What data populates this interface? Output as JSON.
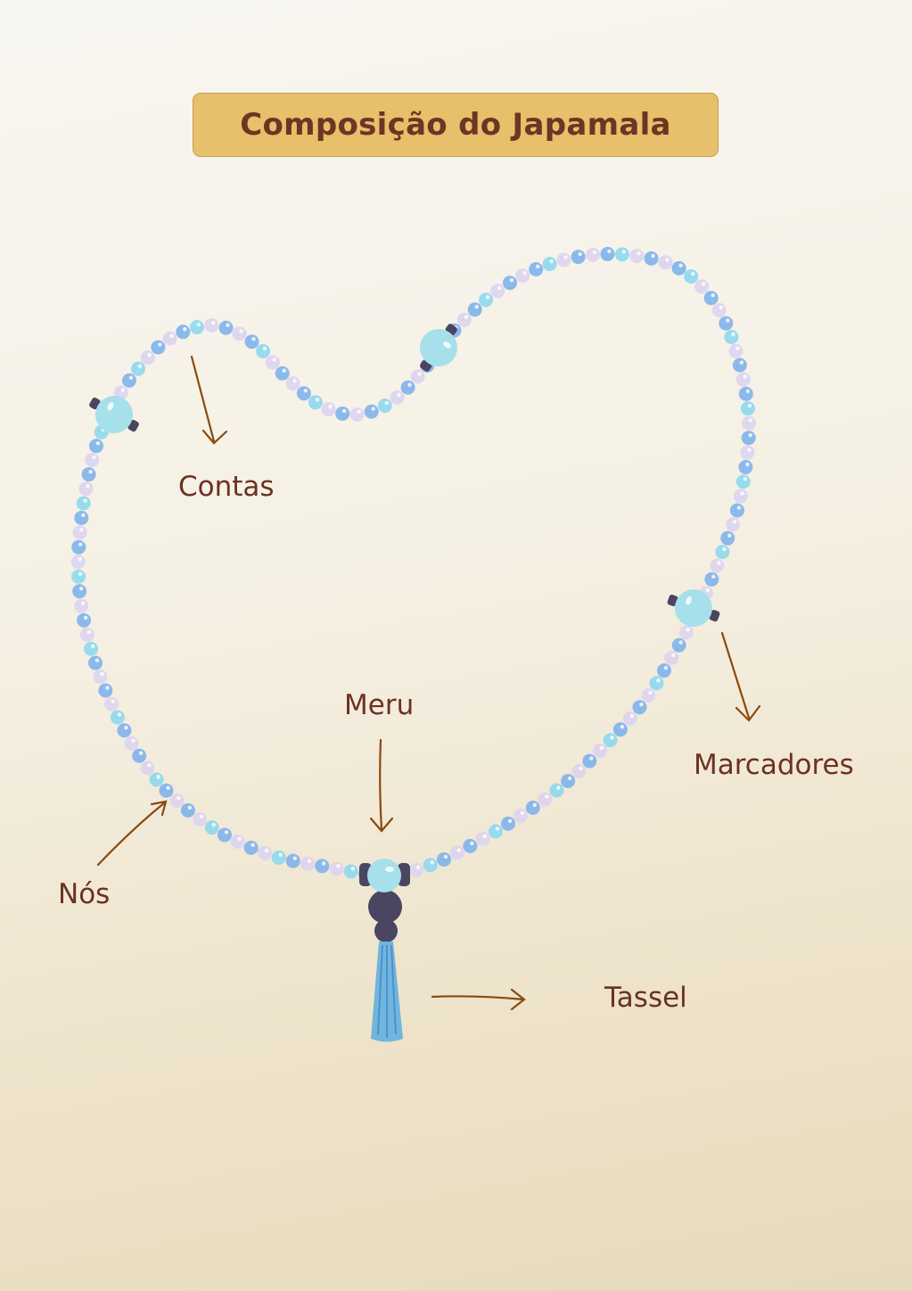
{
  "title": "Composição do Japamala",
  "labels": {
    "contas": "Contas",
    "meru": "Meru",
    "marcadores": "Marcadores",
    "nos": "Nós",
    "tassel": "Tassel"
  },
  "colors": {
    "title_bg": "#e6c06a",
    "text": "#6b3222",
    "arrow": "#8a4a10",
    "bead_blue": "#7fb2ea",
    "bead_aqua": "#8ed8ee",
    "bead_lavender": "#ddd4ef",
    "marker": "#a6e0ea",
    "knot": "#4a4560",
    "tassel": "#6fb6dc"
  }
}
